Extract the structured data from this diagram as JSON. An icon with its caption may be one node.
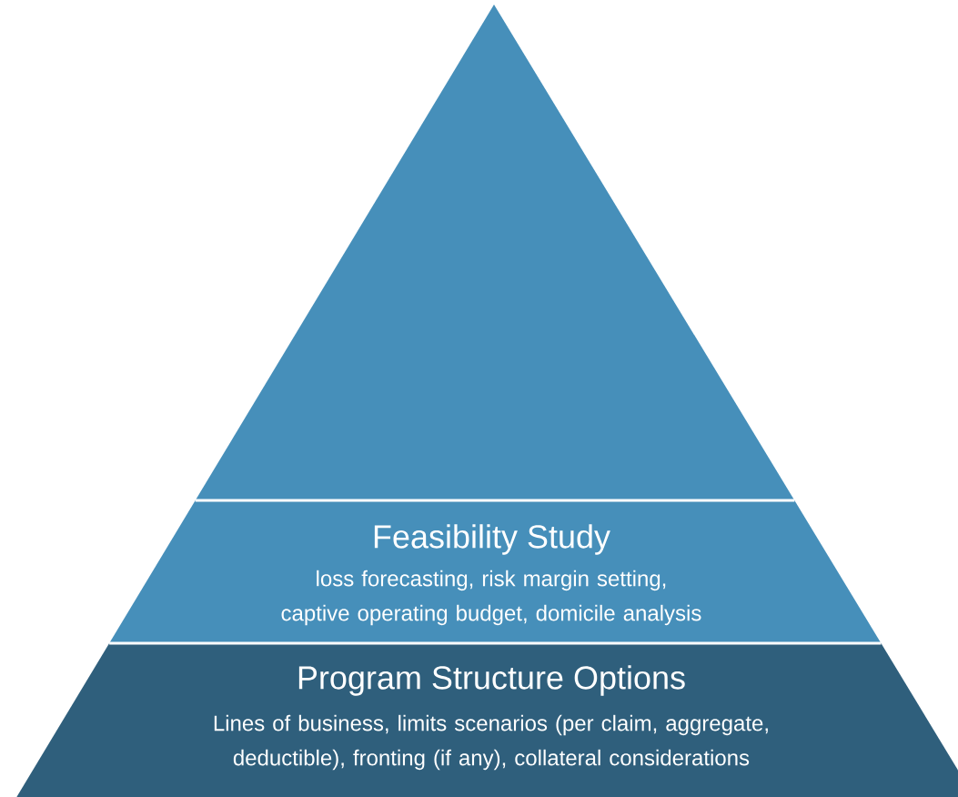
{
  "diagram": {
    "nodes": [
      {
        "text": [],
        "shape": "triangle"
      },
      {
        "text": [
          "Feasibility Study",
          "loss forecasting, risk margin setting, captive operating budget, domicile analysis"
        ]
      },
      {
        "text": [
          "Program Structure Options",
          "Lines of business, limits scenarios (per claim, aggregate, deductible), fronting (if any), collateral considerations"
        ]
      }
    ]
  }
}
